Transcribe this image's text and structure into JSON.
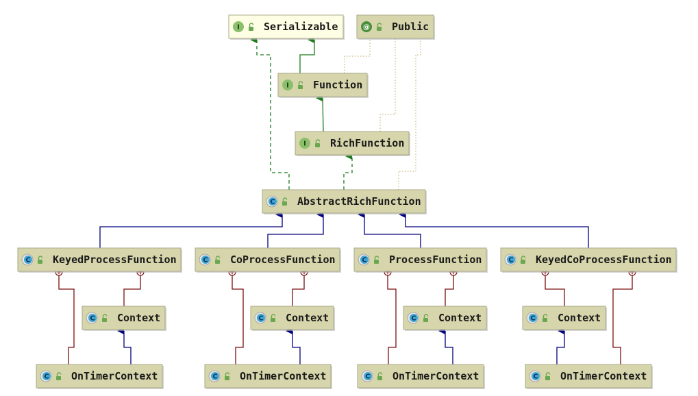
{
  "nodes": [
    {
      "id": "serializable",
      "label": "Serializable",
      "kind": "interface",
      "style": "yellow"
    },
    {
      "id": "public",
      "label": "Public",
      "kind": "annotation",
      "style": "khaki"
    },
    {
      "id": "function",
      "label": "Function",
      "kind": "interface",
      "style": "khaki"
    },
    {
      "id": "richfunction",
      "label": "RichFunction",
      "kind": "interface",
      "style": "khaki"
    },
    {
      "id": "abstractrich",
      "label": "AbstractRichFunction",
      "kind": "abstract-class",
      "style": "khaki"
    },
    {
      "id": "keyedprocess",
      "label": "KeyedProcessFunction",
      "kind": "abstract-class",
      "style": "khaki"
    },
    {
      "id": "coprocess",
      "label": "CoProcessFunction",
      "kind": "abstract-class",
      "style": "khaki"
    },
    {
      "id": "process",
      "label": "ProcessFunction",
      "kind": "abstract-class",
      "style": "khaki"
    },
    {
      "id": "keyedcoprocess",
      "label": "KeyedCoProcessFunction",
      "kind": "abstract-class",
      "style": "khaki"
    },
    {
      "id": "ctx1",
      "label": "Context",
      "kind": "abstract-class",
      "style": "khaki"
    },
    {
      "id": "ctx2",
      "label": "Context",
      "kind": "abstract-class",
      "style": "khaki"
    },
    {
      "id": "ctx3",
      "label": "Context",
      "kind": "abstract-class",
      "style": "khaki"
    },
    {
      "id": "ctx4",
      "label": "Context",
      "kind": "abstract-class",
      "style": "khaki"
    },
    {
      "id": "otc1",
      "label": "OnTimerContext",
      "kind": "abstract-class",
      "style": "khaki"
    },
    {
      "id": "otc2",
      "label": "OnTimerContext",
      "kind": "abstract-class",
      "style": "khaki"
    },
    {
      "id": "otc3",
      "label": "OnTimerContext",
      "kind": "abstract-class",
      "style": "khaki"
    },
    {
      "id": "otc4",
      "label": "OnTimerContext",
      "kind": "abstract-class",
      "style": "khaki"
    }
  ],
  "edges": [
    {
      "from": "function",
      "to": "serializable",
      "type": "extends-interface"
    },
    {
      "from": "abstractrich",
      "to": "serializable",
      "type": "implements"
    },
    {
      "from": "richfunction",
      "to": "function",
      "type": "extends-interface"
    },
    {
      "from": "abstractrich",
      "to": "richfunction",
      "type": "implements"
    },
    {
      "from": "function",
      "to": "public",
      "type": "annotated"
    },
    {
      "from": "richfunction",
      "to": "public",
      "type": "annotated"
    },
    {
      "from": "abstractrich",
      "to": "public",
      "type": "annotated"
    },
    {
      "from": "keyedprocess",
      "to": "abstractrich",
      "type": "extends"
    },
    {
      "from": "coprocess",
      "to": "abstractrich",
      "type": "extends"
    },
    {
      "from": "process",
      "to": "abstractrich",
      "type": "extends"
    },
    {
      "from": "keyedcoprocess",
      "to": "abstractrich",
      "type": "extends"
    },
    {
      "from": "otc1",
      "to": "ctx1",
      "type": "extends"
    },
    {
      "from": "otc2",
      "to": "ctx2",
      "type": "extends"
    },
    {
      "from": "otc3",
      "to": "ctx3",
      "type": "extends"
    },
    {
      "from": "otc4",
      "to": "ctx4",
      "type": "extends"
    },
    {
      "from": "keyedprocess",
      "to": "otc1",
      "type": "inner-class"
    },
    {
      "from": "keyedprocess",
      "to": "ctx1",
      "type": "inner-class"
    },
    {
      "from": "coprocess",
      "to": "otc2",
      "type": "inner-class"
    },
    {
      "from": "coprocess",
      "to": "ctx2",
      "type": "inner-class"
    },
    {
      "from": "process",
      "to": "otc3",
      "type": "inner-class"
    },
    {
      "from": "process",
      "to": "ctx3",
      "type": "inner-class"
    },
    {
      "from": "keyedcoprocess",
      "to": "ctx4",
      "type": "inner-class"
    },
    {
      "from": "keyedcoprocess",
      "to": "otc4",
      "type": "inner-class"
    }
  ],
  "colors": {
    "node_fill": "#d6d5ab",
    "node_fill_highlight": "#fefee5",
    "node_border": "#a9a98a",
    "interface_badge": "#8bbf6b",
    "class_badge": "#3fa5d5",
    "annotation_badge": "#4c8f3c",
    "lock_icon": "#6aa84f",
    "implements_edge": "#1c7a1c",
    "extends_edge": "#00007f",
    "annotation_edge": "#c9b774",
    "inner_class_edge": "#7a0f0f"
  },
  "badges": {
    "interface": "I",
    "abstract-class": "C",
    "annotation": "@"
  },
  "icons": {
    "kind_badge": "type-badge-icon",
    "visibility": "public-lock-icon"
  }
}
